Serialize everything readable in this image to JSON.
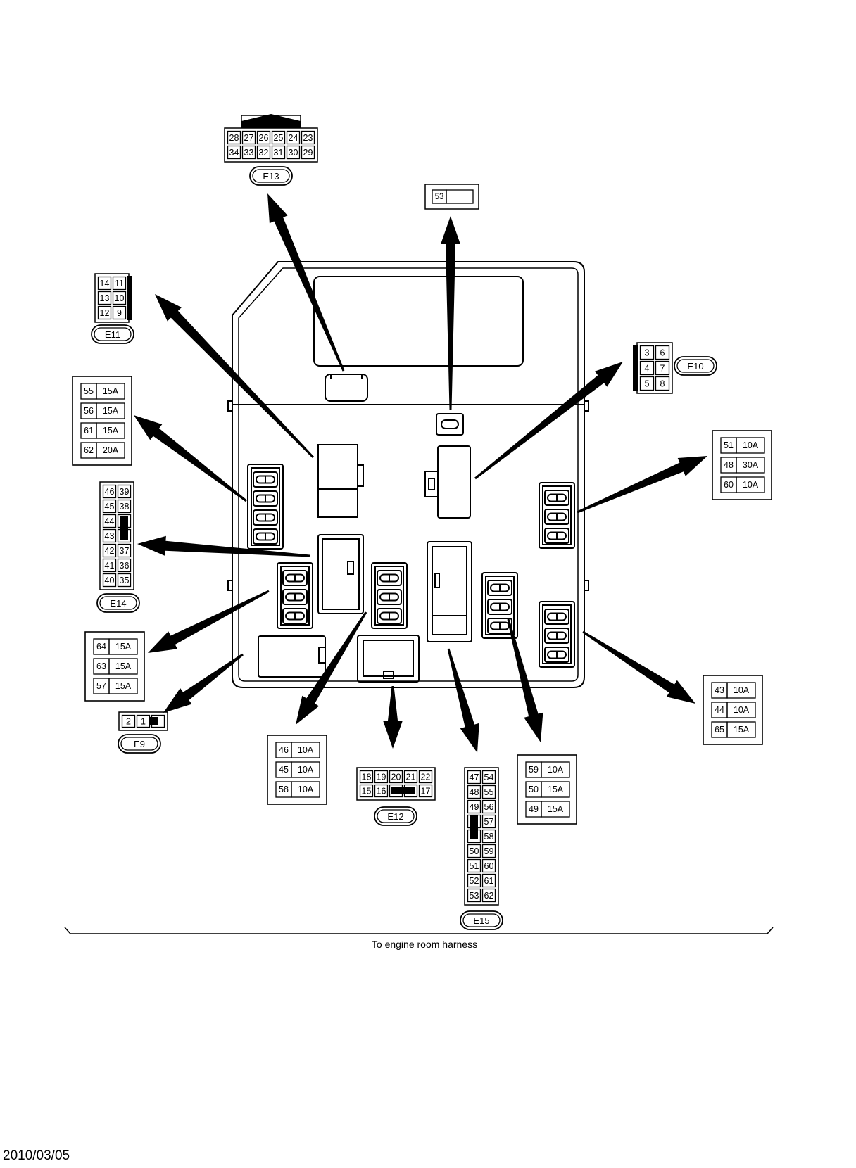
{
  "caption": "To engine room harness",
  "date": "2010/03/05",
  "connectors": [
    {
      "id": "e13",
      "label": "E13",
      "rows": [
        [
          "28",
          "27",
          "26",
          "25",
          "24",
          "23"
        ],
        [
          "34",
          "33",
          "32",
          "31",
          "30",
          "29"
        ]
      ]
    },
    {
      "id": "e11",
      "label": "E11",
      "rows": [
        [
          "14",
          "11"
        ],
        [
          "13",
          "10"
        ],
        [
          "12",
          "9"
        ]
      ]
    },
    {
      "id": "e10",
      "label": "E10",
      "rows": [
        [
          "3",
          "6"
        ],
        [
          "4",
          "7"
        ],
        [
          "5",
          "8"
        ]
      ]
    },
    {
      "id": "e14",
      "label": "E14",
      "rows": [
        [
          "46",
          "39"
        ],
        [
          "45",
          "38"
        ],
        [
          "44",
          ""
        ],
        [
          "43",
          ""
        ],
        [
          "42",
          "37"
        ],
        [
          "41",
          "36"
        ],
        [
          "40",
          "35"
        ]
      ]
    },
    {
      "id": "e9",
      "label": "E9",
      "rows": [
        [
          "2",
          "1",
          ""
        ]
      ]
    },
    {
      "id": "e12",
      "label": "E12",
      "rows": [
        [
          "18",
          "19",
          "20",
          "21",
          "22"
        ],
        [
          "15",
          "16",
          "",
          "",
          "17"
        ]
      ]
    },
    {
      "id": "e15",
      "label": "E15",
      "rows": [
        [
          "47",
          "54"
        ],
        [
          "48",
          "55"
        ],
        [
          "49",
          "56"
        ],
        [
          "",
          "57"
        ],
        [
          "",
          "58"
        ],
        [
          "50",
          "59"
        ],
        [
          "51",
          "60"
        ],
        [
          "52",
          "61"
        ],
        [
          "53",
          "62"
        ]
      ]
    }
  ],
  "single_terminal": {
    "id": "t53",
    "label": "53"
  },
  "fuse_groups": [
    {
      "id": "fg-a",
      "fuses": [
        [
          "55",
          "15A"
        ],
        [
          "56",
          "15A"
        ],
        [
          "61",
          "15A"
        ],
        [
          "62",
          "20A"
        ]
      ]
    },
    {
      "id": "fg-b",
      "fuses": [
        [
          "51",
          "10A"
        ],
        [
          "48",
          "30A"
        ],
        [
          "60",
          "10A"
        ]
      ]
    },
    {
      "id": "fg-c",
      "fuses": [
        [
          "64",
          "15A"
        ],
        [
          "63",
          "15A"
        ],
        [
          "57",
          "15A"
        ]
      ]
    },
    {
      "id": "fg-d",
      "fuses": [
        [
          "43",
          "10A"
        ],
        [
          "44",
          "10A"
        ],
        [
          "65",
          "15A"
        ]
      ]
    },
    {
      "id": "fg-e",
      "fuses": [
        [
          "46",
          "10A"
        ],
        [
          "45",
          "10A"
        ],
        [
          "58",
          "10A"
        ]
      ]
    },
    {
      "id": "fg-f",
      "fuses": [
        [
          "59",
          "10A"
        ],
        [
          "50",
          "15A"
        ],
        [
          "49",
          "15A"
        ]
      ]
    }
  ]
}
